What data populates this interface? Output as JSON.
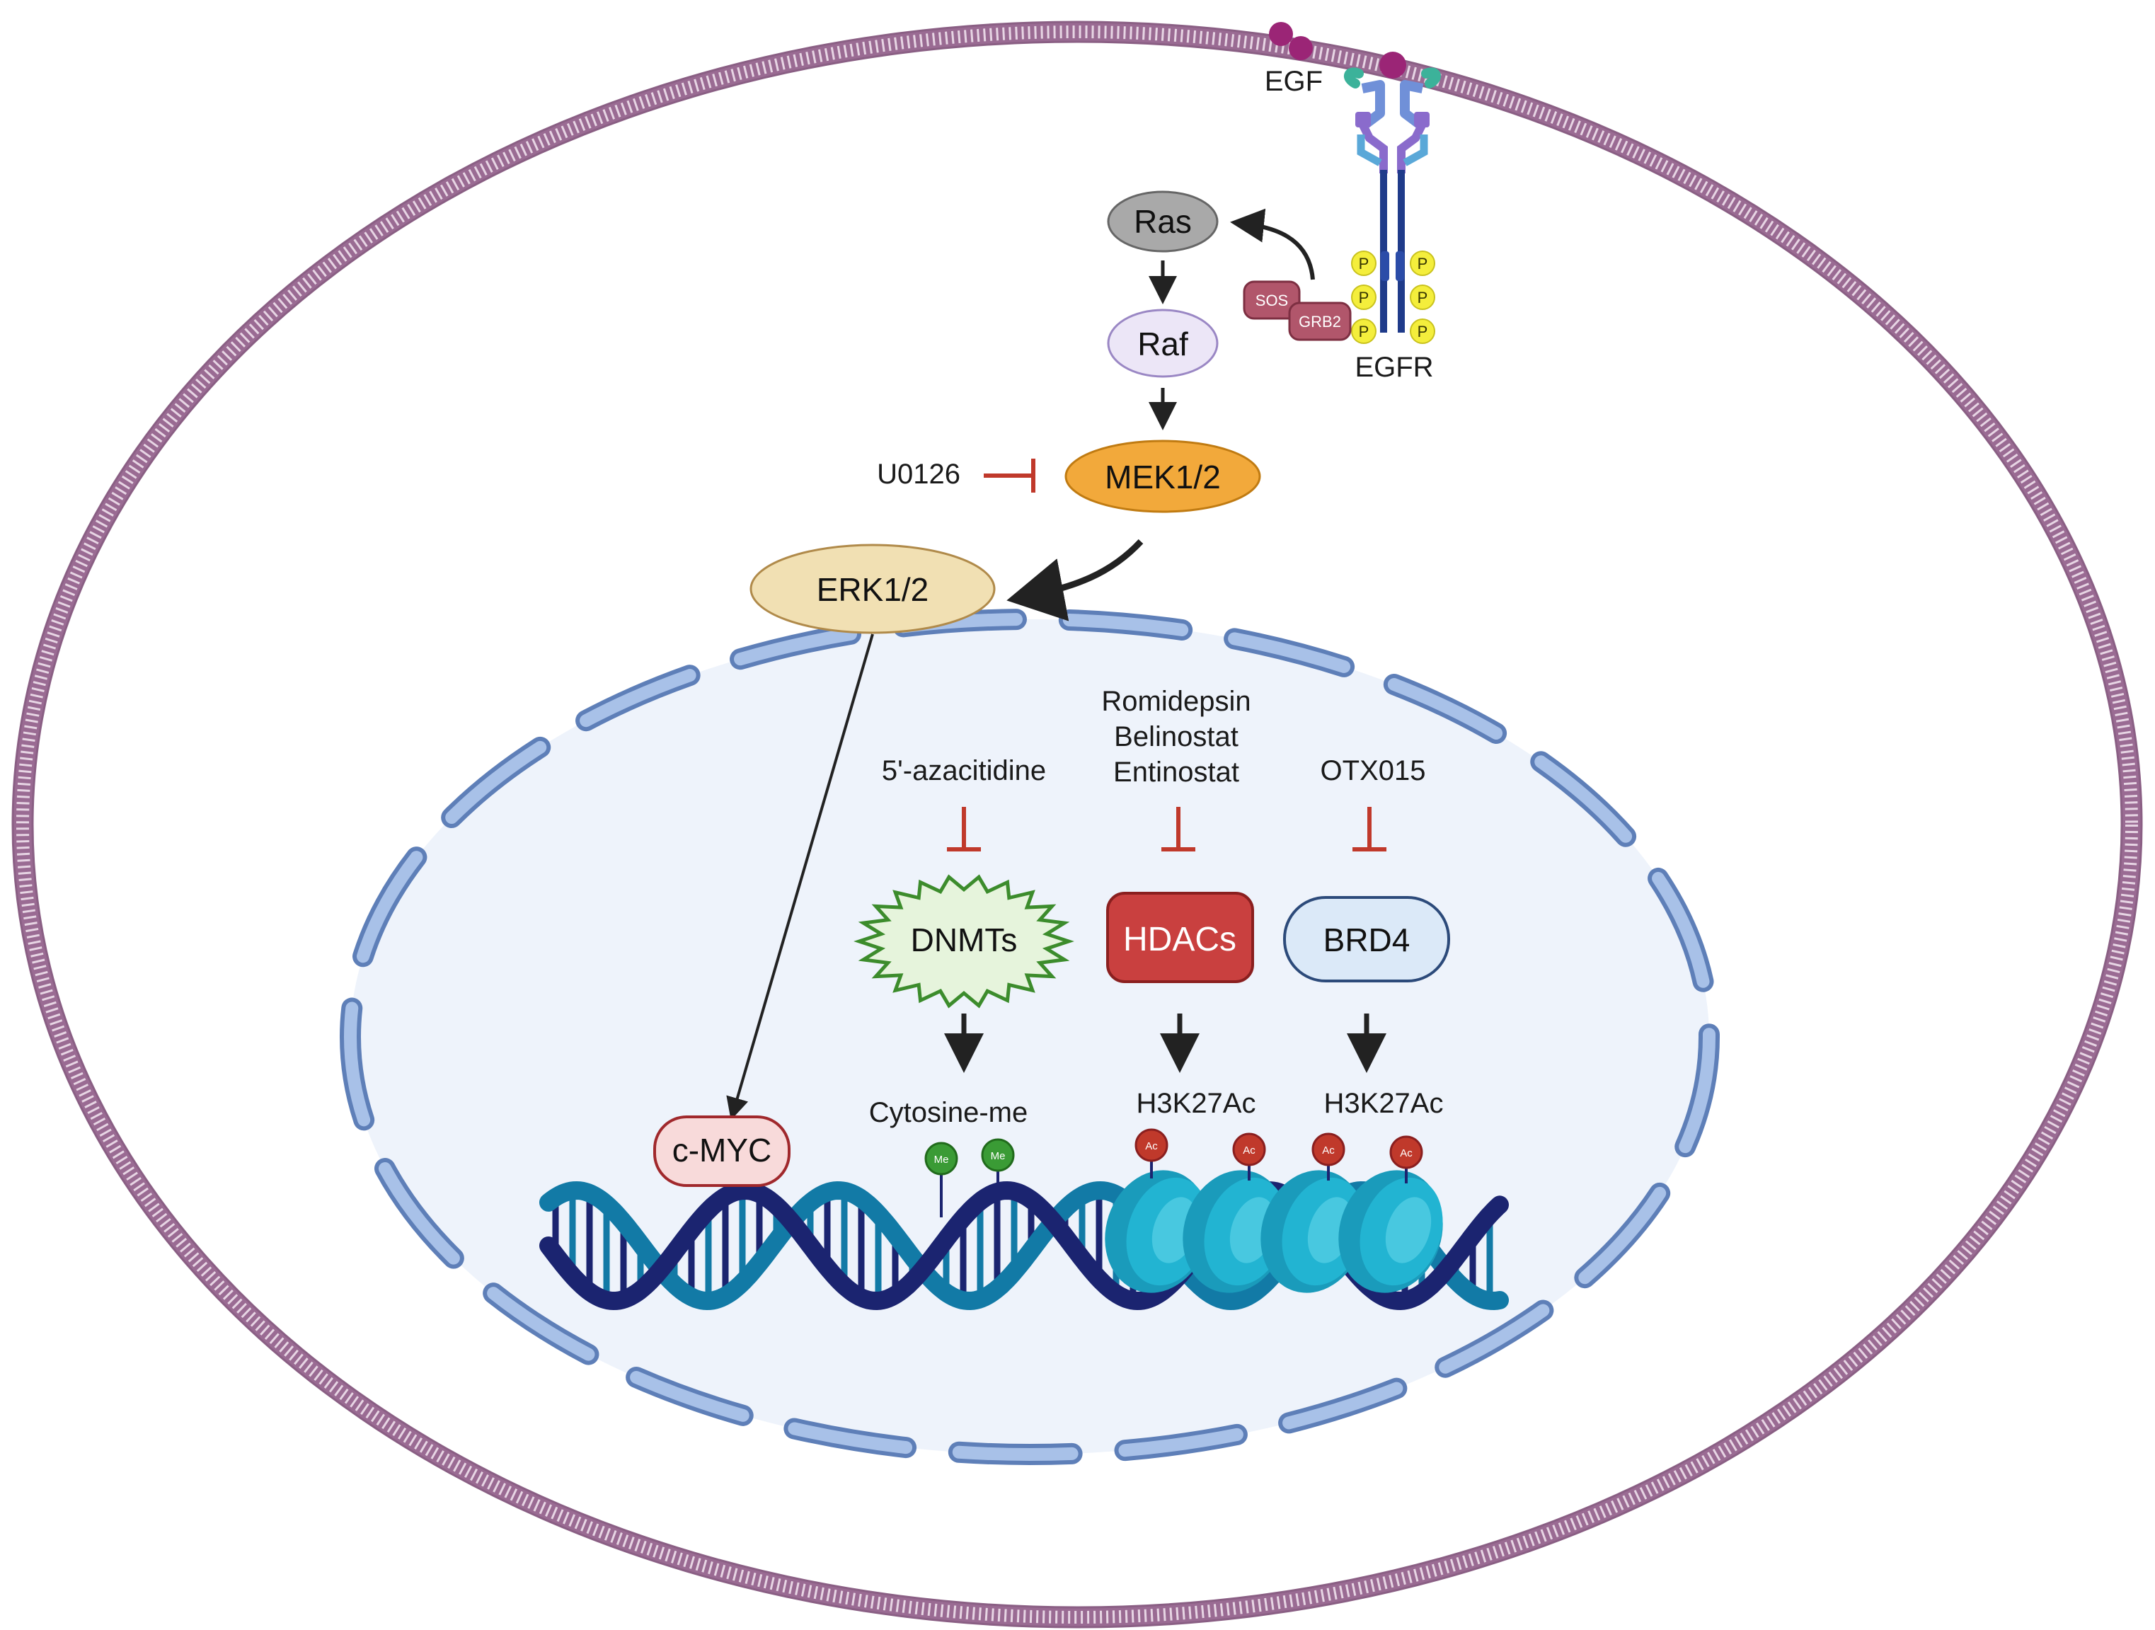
{
  "title": "",
  "ligand": {
    "label": "EGF"
  },
  "receptor": {
    "label": "EGFR",
    "phospho_label": "P"
  },
  "adaptors": {
    "sos": "SOS",
    "grb2": "GRB2"
  },
  "cascade": {
    "ras": "Ras",
    "raf": "Raf",
    "mek": "MEK1/2",
    "erk": "ERK1/2"
  },
  "inhibitors": {
    "u0126": "U0126",
    "azacitidine": "5'-azacitidine",
    "hdac_line1": "Romidepsin",
    "hdac_line2": "Belinostat",
    "hdac_line3": "Entinostat",
    "otx": "OTX015"
  },
  "nuclear_targets": {
    "dnmts": "DNMTs",
    "hdacs": "HDACs",
    "brd4": "BRD4",
    "cmyc": "c-MYC"
  },
  "marks": {
    "cytosine": "Cytosine-me",
    "h3k27ac_1": "H3K27Ac",
    "h3k27ac_2": "H3K27Ac",
    "me_tag": "Me",
    "ac_tag": "Ac"
  },
  "colors": {
    "membrane": "#9a6b93",
    "nuclear_envelope": "#8aa9d8",
    "nucleoplasm": "#eef3fb",
    "ras": "#a9a9a9",
    "raf": "#ece6f7",
    "mek": "#f2a93b",
    "erk": "#f1e0b3",
    "hdacs": "#c9403f",
    "brd4": "#dbe9f8",
    "cmyc": "#f8dada",
    "dnmts": "#e6f4dc",
    "inhibitor": "#c0392b",
    "dna_dark": "#1b2470",
    "dna_light": "#127aa6",
    "nucleosome": "#1fa8c6",
    "me_tag": "#3a9b35",
    "ac_tag": "#c0392b",
    "phospho": "#f4ee3c"
  }
}
